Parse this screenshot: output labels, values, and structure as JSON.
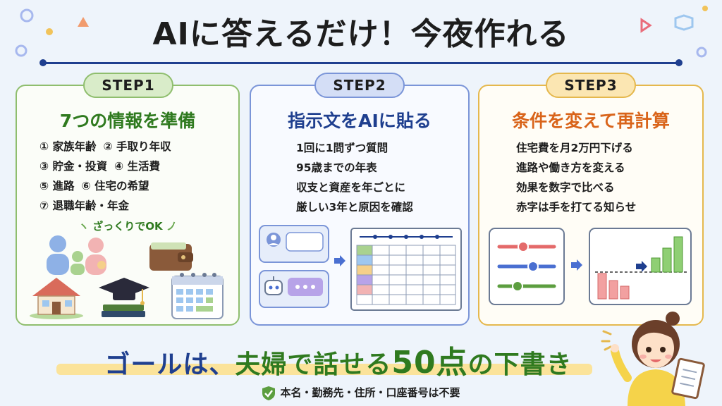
{
  "title": "AIに答えるだけ！今夜作れる",
  "steps": [
    {
      "label": "STEP1",
      "heading": "7つの情報を準備",
      "items": [
        [
          "① 家族年齢",
          "② 手取り年収"
        ],
        [
          "③ 貯金・投資",
          "④ 生活費"
        ],
        [
          "⑤ 進路",
          "⑥ 住宅の希望"
        ],
        [
          "⑦ 退職年齢・年金"
        ]
      ],
      "note": "ざっくりでOK"
    },
    {
      "label": "STEP2",
      "heading": "指示文をAIに貼る",
      "items": [
        "1回に1問ずつ質問",
        "95歳までの年表",
        "収支と資産を年ごとに",
        "厳しい3年と原因を確認"
      ]
    },
    {
      "label": "STEP3",
      "heading": "条件を変えて再計算",
      "items": [
        "住宅費を月2万円下げる",
        "進路や働き方を変える",
        "効果を数字で比べる",
        "赤字は手を打てる知らせ"
      ]
    }
  ],
  "goal": {
    "part1": "ゴールは、",
    "part2": "夫婦で話せる",
    "part3": "50点",
    "part4": "の下書き"
  },
  "footer": "本名・勤務先・住所・口座番号は不要",
  "icons": [
    "family-icon",
    "wallet-icon",
    "house-icon",
    "graduation-cap-icon",
    "calendar-icon",
    "user-chat-icon",
    "robot-chat-icon",
    "arrow-right-icon",
    "table-icon",
    "slider-icon",
    "bar-chart-icon",
    "shield-check-icon",
    "woman-clipboard-icon"
  ],
  "colors": {
    "step1": "#8fbe6e",
    "step2": "#7b95d8",
    "step3": "#e5b84d",
    "navy": "#1f3f8f",
    "green": "#2f7a1f",
    "orange": "#d9641a"
  }
}
